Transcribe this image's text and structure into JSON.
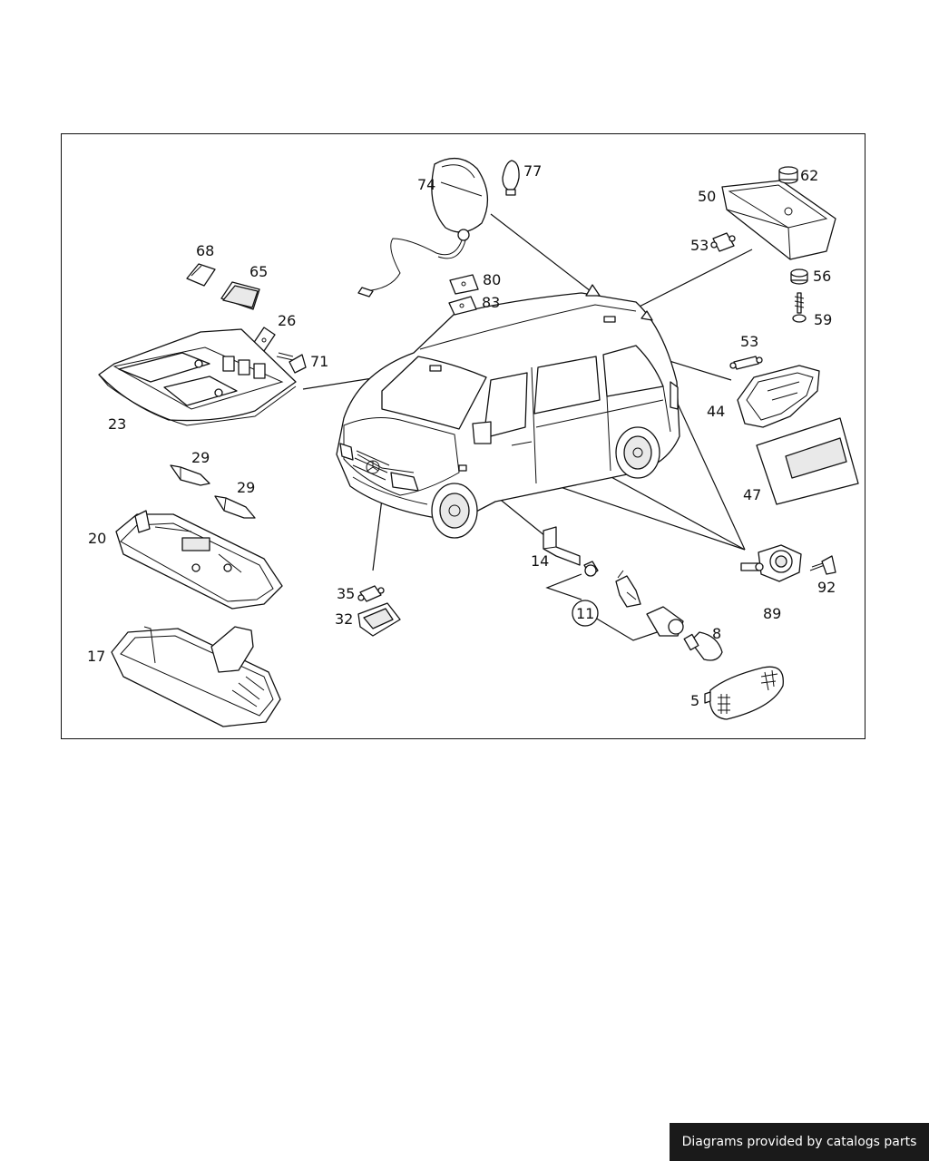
{
  "diagram": {
    "callouts": [
      {
        "id": "74",
        "text": "74"
      },
      {
        "id": "77",
        "text": "77"
      },
      {
        "id": "80",
        "text": "80"
      },
      {
        "id": "83",
        "text": "83"
      },
      {
        "id": "50",
        "text": "50"
      },
      {
        "id": "62",
        "text": "62"
      },
      {
        "id": "53a",
        "text": "53"
      },
      {
        "id": "56",
        "text": "56"
      },
      {
        "id": "59",
        "text": "59"
      },
      {
        "id": "68",
        "text": "68"
      },
      {
        "id": "65",
        "text": "65"
      },
      {
        "id": "26",
        "text": "26"
      },
      {
        "id": "71",
        "text": "71"
      },
      {
        "id": "23",
        "text": "23"
      },
      {
        "id": "53b",
        "text": "53"
      },
      {
        "id": "44",
        "text": "44"
      },
      {
        "id": "47",
        "text": "47"
      },
      {
        "id": "29a",
        "text": "29"
      },
      {
        "id": "29b",
        "text": "29"
      },
      {
        "id": "20",
        "text": "20"
      },
      {
        "id": "14",
        "text": "14"
      },
      {
        "id": "35",
        "text": "35"
      },
      {
        "id": "32",
        "text": "32"
      },
      {
        "id": "11",
        "text": "11"
      },
      {
        "id": "8",
        "text": "8"
      },
      {
        "id": "89",
        "text": "89"
      },
      {
        "id": "92",
        "text": "92"
      },
      {
        "id": "17",
        "text": "17"
      },
      {
        "id": "5",
        "text": "5"
      }
    ]
  },
  "footer": {
    "credit": "Diagrams provided by catalogs parts"
  }
}
